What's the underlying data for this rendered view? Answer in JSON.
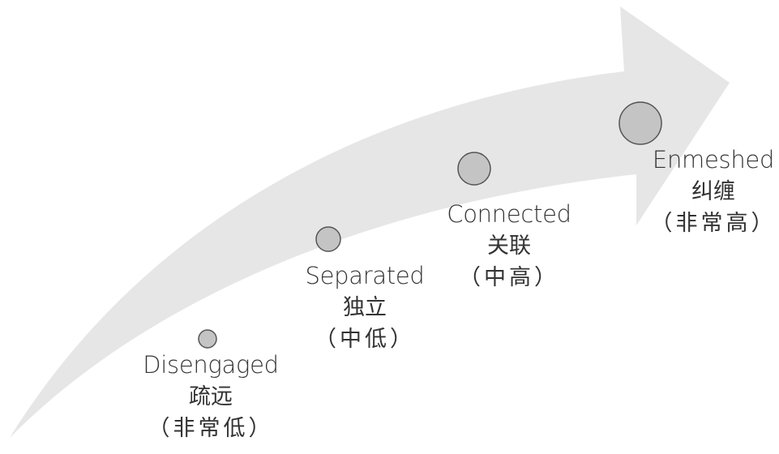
{
  "arrow_color": "#e6e6e6",
  "node_fill": "#c4c4c4",
  "node_stroke": "#555555",
  "stages": [
    {
      "en": "Disengaged",
      "zh": "疏远",
      "level": "（非常低）"
    },
    {
      "en": "Separated",
      "zh": "独立",
      "level": "（中低）"
    },
    {
      "en": "Connected",
      "zh": "关联",
      "level": "（中高）"
    },
    {
      "en": "Enmeshed",
      "zh": "纠缠",
      "level": "（非常高）"
    }
  ]
}
